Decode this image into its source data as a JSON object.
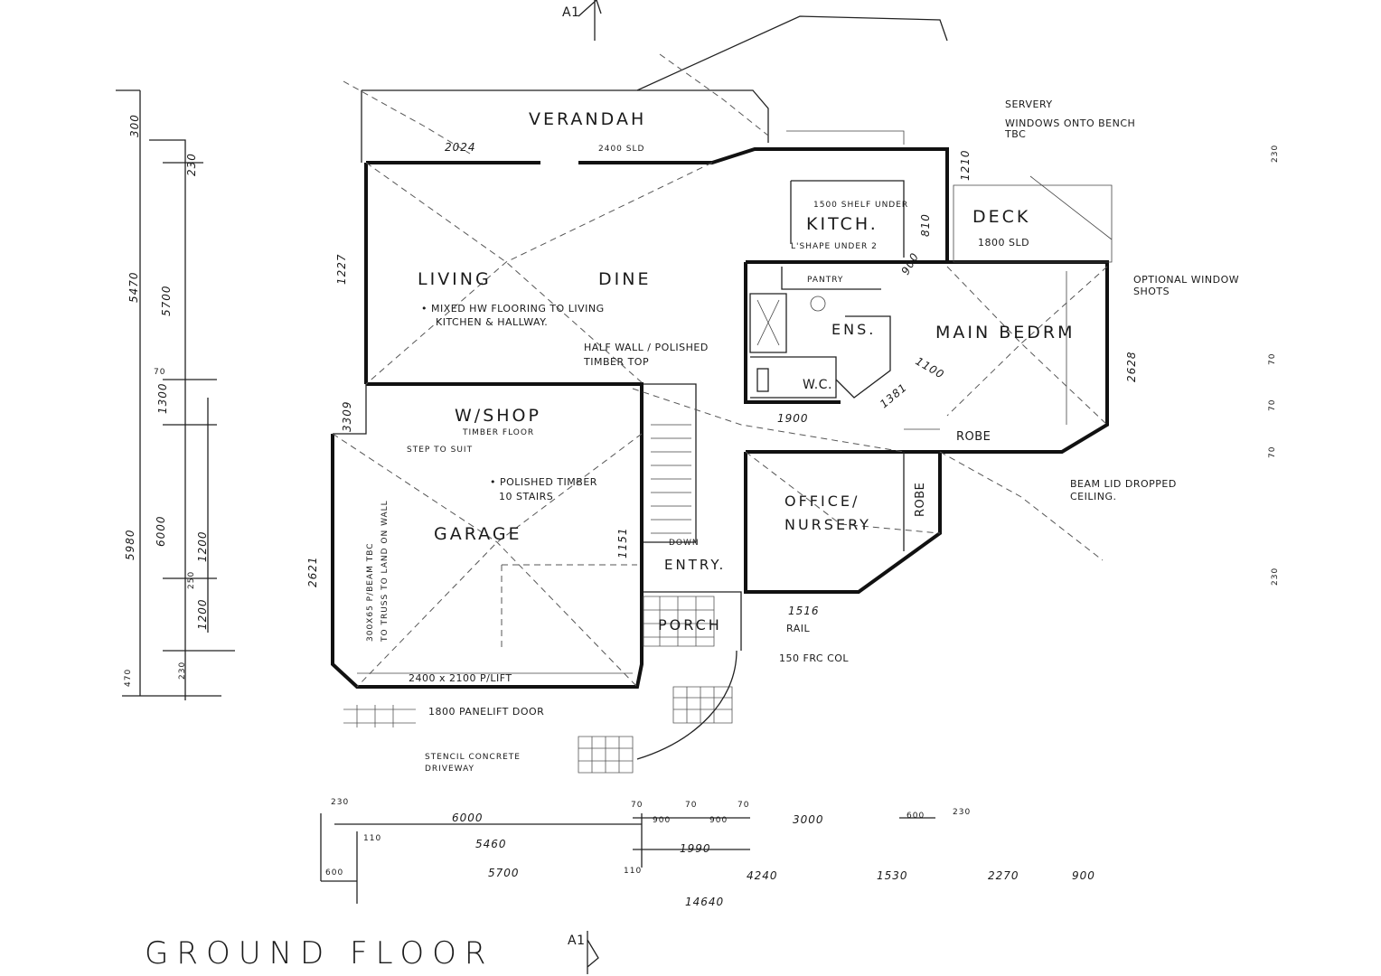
{
  "title": "GROUND FLOOR",
  "section_marker": "A1",
  "rooms": {
    "verandah": "VERANDAH",
    "living": "LIVING",
    "dine": "DINE",
    "kitch": "KITCH.",
    "deck": "DECK",
    "main_bedrm": "MAIN BEDRM",
    "ens": "ENS.",
    "wc": "W.C.",
    "pantry": "PANTRY",
    "wshop": "W/SHOP",
    "garage": "GARAGE",
    "entry": "ENTRY.",
    "porch": "PORCH",
    "office": "OFFICE/",
    "nursery": "NURSERY",
    "robe_main": "ROBE",
    "robe_office": "ROBE"
  },
  "notes": {
    "servery": "SERVERY",
    "windows_onto_bench": "WINDOWS ONTO BENCH",
    "tbc": "TBC",
    "shelf_under_1": "1500 SHELF UNDER",
    "shelf_under_2": "L'SHAPE UNDER 2",
    "deck_size": "1800 SLD",
    "optional_window": "OPTIONAL WINDOW",
    "shots": "SHOTS",
    "mixed_flooring_1": "• MIXED HW FLOORING TO LIVING",
    "mixed_flooring_2": "KITCHEN & HALLWAY.",
    "half_wall_1": "HALF WALL / POLISHED",
    "half_wall_2": "TIMBER TOP",
    "timber_floor": "TIMBER FLOOR",
    "step_to_suit": "STEP TO SUIT",
    "polished_stairs_1": "• POLISHED TIMBER",
    "polished_stairs_2": "10 STAIRS",
    "down": "DOWN",
    "beam_note_1": "300X65 P/BEAM TBC",
    "beam_note_2": "TO TRUSS TO LAND ON WALL",
    "panlift_1": "2400 x 2100 P/LIFT",
    "panlift_2": "1800 PANELIFT DOOR",
    "beam_lid_1": "BEAM LID DROPPED",
    "beam_lid_2": "CEILING.",
    "rail": "RAIL",
    "frc_col": "150 FRC COL",
    "stencil_1": "STENCIL CONCRETE",
    "stencil_2": "DRIVEWAY",
    "bench_2400": "2400 SLD"
  },
  "dims": {
    "v_300": "300",
    "v_5470": "5470",
    "v_5700": "5700",
    "v_230a": "230",
    "v_1300": "1300",
    "v_70": "70",
    "v_5980": "5980",
    "v_6000": "6000",
    "v_1200a": "1200",
    "v_1200b": "1200",
    "v_250": "250",
    "v_230b": "230",
    "v_470": "470",
    "living_w": "2024",
    "living_side": "1227",
    "g_side": "3309",
    "g_door": "2621",
    "bed_2628": "2628",
    "bed_1100": "1100",
    "bed_1381": "1381",
    "hall_1900": "1900",
    "off_1516": "1516",
    "entry_1151": "1151",
    "kitch_810": "810",
    "kitch_900": "900",
    "deck_1210": "1210",
    "b_230": "230",
    "b_6000": "6000",
    "b_110": "110",
    "b_5460": "5460",
    "b_600": "600",
    "b_5700": "5700",
    "b_70a": "70",
    "b_70b": "70",
    "b_70c": "70",
    "b_900a": "900",
    "b_900b": "900",
    "b_1990": "1990",
    "b_3000": "3000",
    "b_600b": "600",
    "b_230b": "230",
    "b_110b": "110",
    "b_4240": "4240",
    "b_1530": "1530",
    "b_2270": "2270",
    "b_900c": "900",
    "b_14640": "14640",
    "r_230": "230",
    "r_70a": "70",
    "r_70b": "70",
    "r_70c": "70",
    "r_230b": "230"
  }
}
